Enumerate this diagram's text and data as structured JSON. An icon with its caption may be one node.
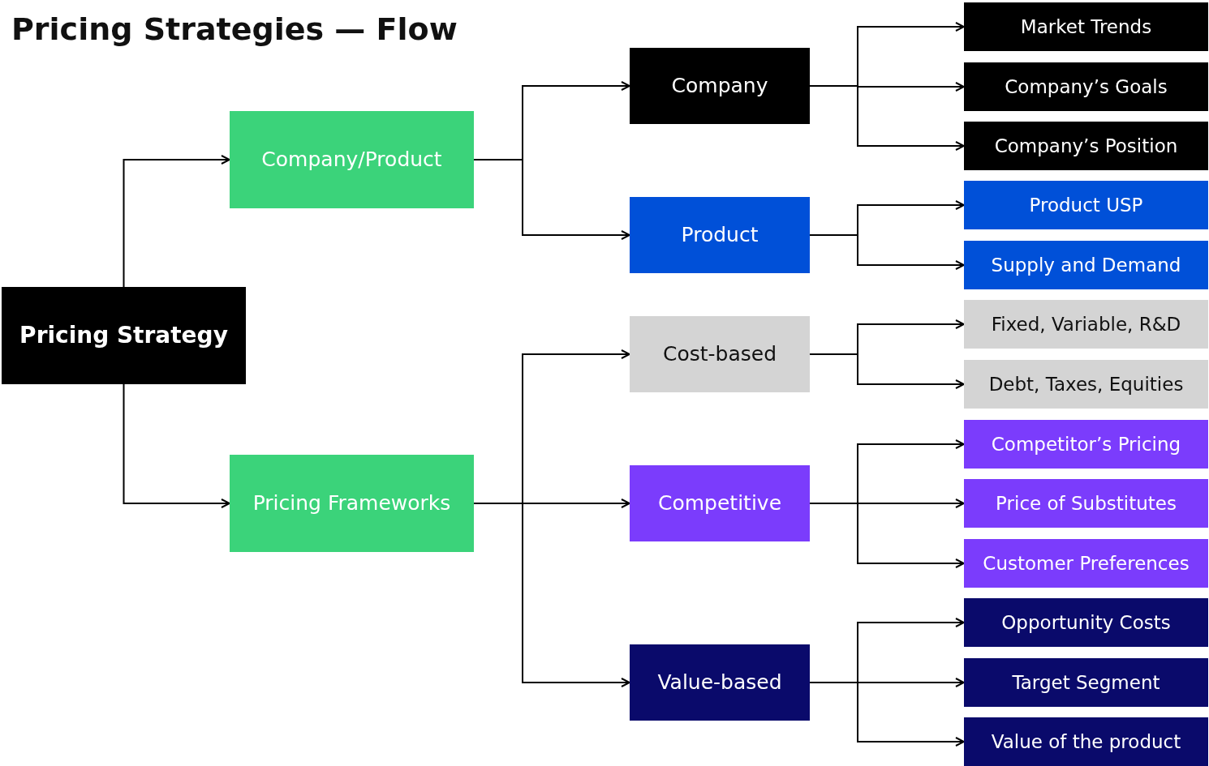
{
  "diagram": {
    "title": "Pricing Strategies — Flow",
    "nodes": [
      {
        "text": [
          "Pricing Strategy"
        ]
      },
      {
        "text": [
          "Company/Product"
        ]
      },
      {
        "text": [
          "Pricing Frameworks"
        ]
      },
      {
        "text": [
          "Company"
        ]
      },
      {
        "text": [
          "Product"
        ]
      },
      {
        "text": [
          "Cost-based"
        ]
      },
      {
        "text": [
          "Competitive"
        ]
      },
      {
        "text": [
          "Value-based"
        ]
      },
      {
        "text": [
          "Market Trends"
        ]
      },
      {
        "text": [
          "Company’s Goals"
        ]
      },
      {
        "text": [
          "Company’s Position"
        ]
      },
      {
        "text": [
          "Product USP"
        ]
      },
      {
        "text": [
          "Supply and Demand"
        ]
      },
      {
        "text": [
          "Fixed, Variable, R&D"
        ]
      },
      {
        "text": [
          "Debt, Taxes, Equities"
        ]
      },
      {
        "text": [
          "Competitor’s Pricing"
        ]
      },
      {
        "text": [
          "Price of Substitutes"
        ]
      },
      {
        "text": [
          "Customer Preferences"
        ]
      },
      {
        "text": [
          "Opportunity Costs"
        ]
      },
      {
        "text": [
          "Target Segment"
        ]
      },
      {
        "text": [
          "Value of the product"
        ]
      }
    ],
    "edges": [
      {
        "from": 0,
        "to": 1,
        "arrow": "to"
      },
      {
        "from": 0,
        "to": 2,
        "arrow": "to"
      },
      {
        "from": 1,
        "to": 3,
        "arrow": "to"
      },
      {
        "from": 1,
        "to": 4,
        "arrow": "to"
      },
      {
        "from": 2,
        "to": 5,
        "arrow": "to"
      },
      {
        "from": 2,
        "to": 6,
        "arrow": "to"
      },
      {
        "from": 2,
        "to": 7,
        "arrow": "to"
      },
      {
        "from": 3,
        "to": 8,
        "arrow": "to"
      },
      {
        "from": 3,
        "to": 9,
        "arrow": "to"
      },
      {
        "from": 3,
        "to": 10,
        "arrow": "to"
      },
      {
        "from": 4,
        "to": 11,
        "arrow": "to"
      },
      {
        "from": 4,
        "to": 12,
        "arrow": "to"
      },
      {
        "from": 5,
        "to": 13,
        "arrow": "to"
      },
      {
        "from": 5,
        "to": 14,
        "arrow": "to"
      },
      {
        "from": 6,
        "to": 15,
        "arrow": "to"
      },
      {
        "from": 6,
        "to": 16,
        "arrow": "to"
      },
      {
        "from": 6,
        "to": 17,
        "arrow": "to"
      },
      {
        "from": 7,
        "to": 18,
        "arrow": "to"
      },
      {
        "from": 7,
        "to": 19,
        "arrow": "to"
      },
      {
        "from": 7,
        "to": 20,
        "arrow": "to"
      }
    ]
  }
}
